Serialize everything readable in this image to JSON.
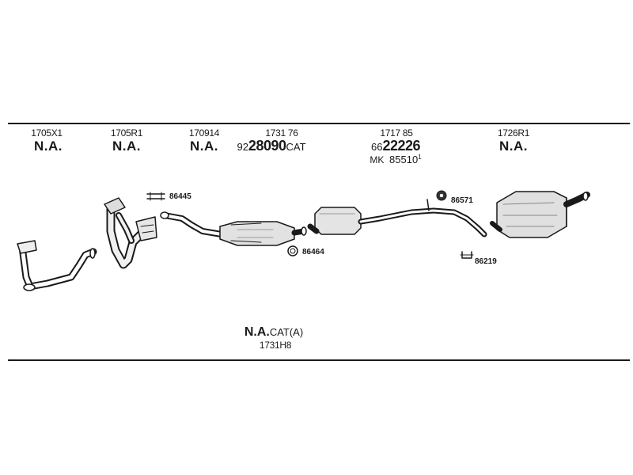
{
  "columns": [
    {
      "code": "1705X1",
      "label": "N.A."
    },
    {
      "code": "1705R1",
      "label": "N.A."
    },
    {
      "code": "170914",
      "label": "N.A."
    },
    {
      "code": "1731 76",
      "prefix": "92",
      "number": "28090",
      "suffix": "CAT"
    },
    {
      "code": "1717 85",
      "prefix": "66",
      "number": "22226",
      "sub_prefix": "MK",
      "sub_number": "85510",
      "sub_sup": "1"
    },
    {
      "code": "1726R1",
      "label": "N.A."
    }
  ],
  "accessories": {
    "clamp_1": "86445",
    "clamp_2": "86571",
    "gasket": "86464",
    "hanger": "86219"
  },
  "bottom": {
    "label": "N.A.",
    "label_suffix": "CAT(A)",
    "code": "1731H8"
  }
}
